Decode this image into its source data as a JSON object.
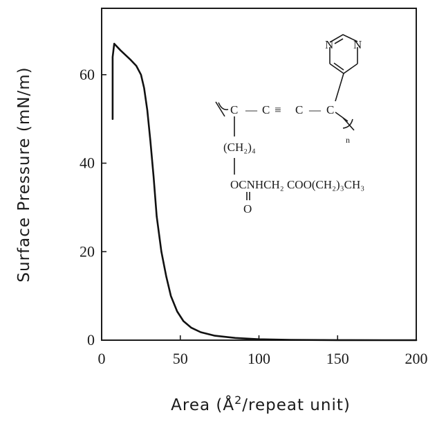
{
  "chart_data": {
    "type": "line",
    "xlabel": "Area (Å²/repeat unit)",
    "xlabel_parts": {
      "pre": "Area (Å",
      "sup": "2",
      "post": "/repeat  unit)"
    },
    "ylabel": "Surface Pressure (mN/m)",
    "xlim": [
      0,
      200
    ],
    "ylim": [
      0,
      75
    ],
    "xticks": [
      0,
      50,
      100,
      150,
      200
    ],
    "yticks": [
      0,
      20,
      40,
      60
    ],
    "grid": false,
    "series": [
      {
        "points": [
          [
            7.0,
            50.0
          ],
          [
            7.0,
            64.0
          ],
          [
            8.0,
            67.0
          ],
          [
            12,
            65.5
          ],
          [
            18,
            63.5
          ],
          [
            22,
            62.0
          ],
          [
            25,
            60.0
          ],
          [
            27,
            57.0
          ],
          [
            29,
            52.0
          ],
          [
            31,
            45.0
          ],
          [
            33,
            37.0
          ],
          [
            35,
            28.0
          ],
          [
            38,
            20.0
          ],
          [
            41,
            14.5
          ],
          [
            44,
            10.0
          ],
          [
            48,
            6.5
          ],
          [
            52,
            4.3
          ],
          [
            57,
            2.8
          ],
          [
            63,
            1.8
          ],
          [
            72,
            1.0
          ],
          [
            85,
            0.5
          ],
          [
            100,
            0.2
          ],
          [
            120,
            0.06
          ],
          [
            150,
            0.02
          ],
          [
            180,
            0.0
          ],
          [
            200,
            0.0
          ]
        ]
      }
    ]
  },
  "structure": {
    "pyrimidine_n_left": "N",
    "pyrimidine_n_right": "N",
    "backbone": [
      "C",
      "—",
      "C",
      "≡",
      "C",
      "—",
      "C"
    ],
    "repeat_subscript": "n",
    "side_chain_1": "(CH₂)₄",
    "side_chain_2": "OCNHCH₂ COO(CH₂)₃CH₃",
    "carbonyl_o": "O"
  },
  "colors": {
    "ink": "#1a1a1a",
    "background": "#ffffff"
  }
}
